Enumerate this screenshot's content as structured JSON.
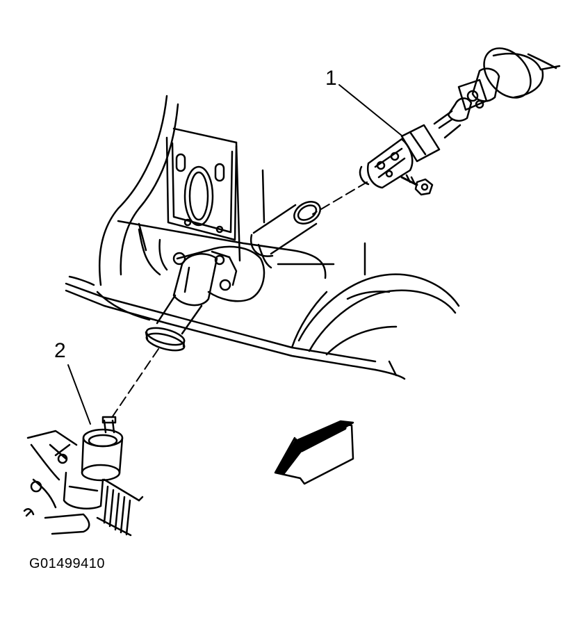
{
  "diagram": {
    "callouts": [
      {
        "label": "1"
      },
      {
        "label": "2"
      }
    ],
    "figure_id": "G01499410",
    "colors": {
      "line": "#000000",
      "background": "#ffffff"
    },
    "icons": [
      "direction-arrow-icon",
      "bolt-icon"
    ]
  }
}
